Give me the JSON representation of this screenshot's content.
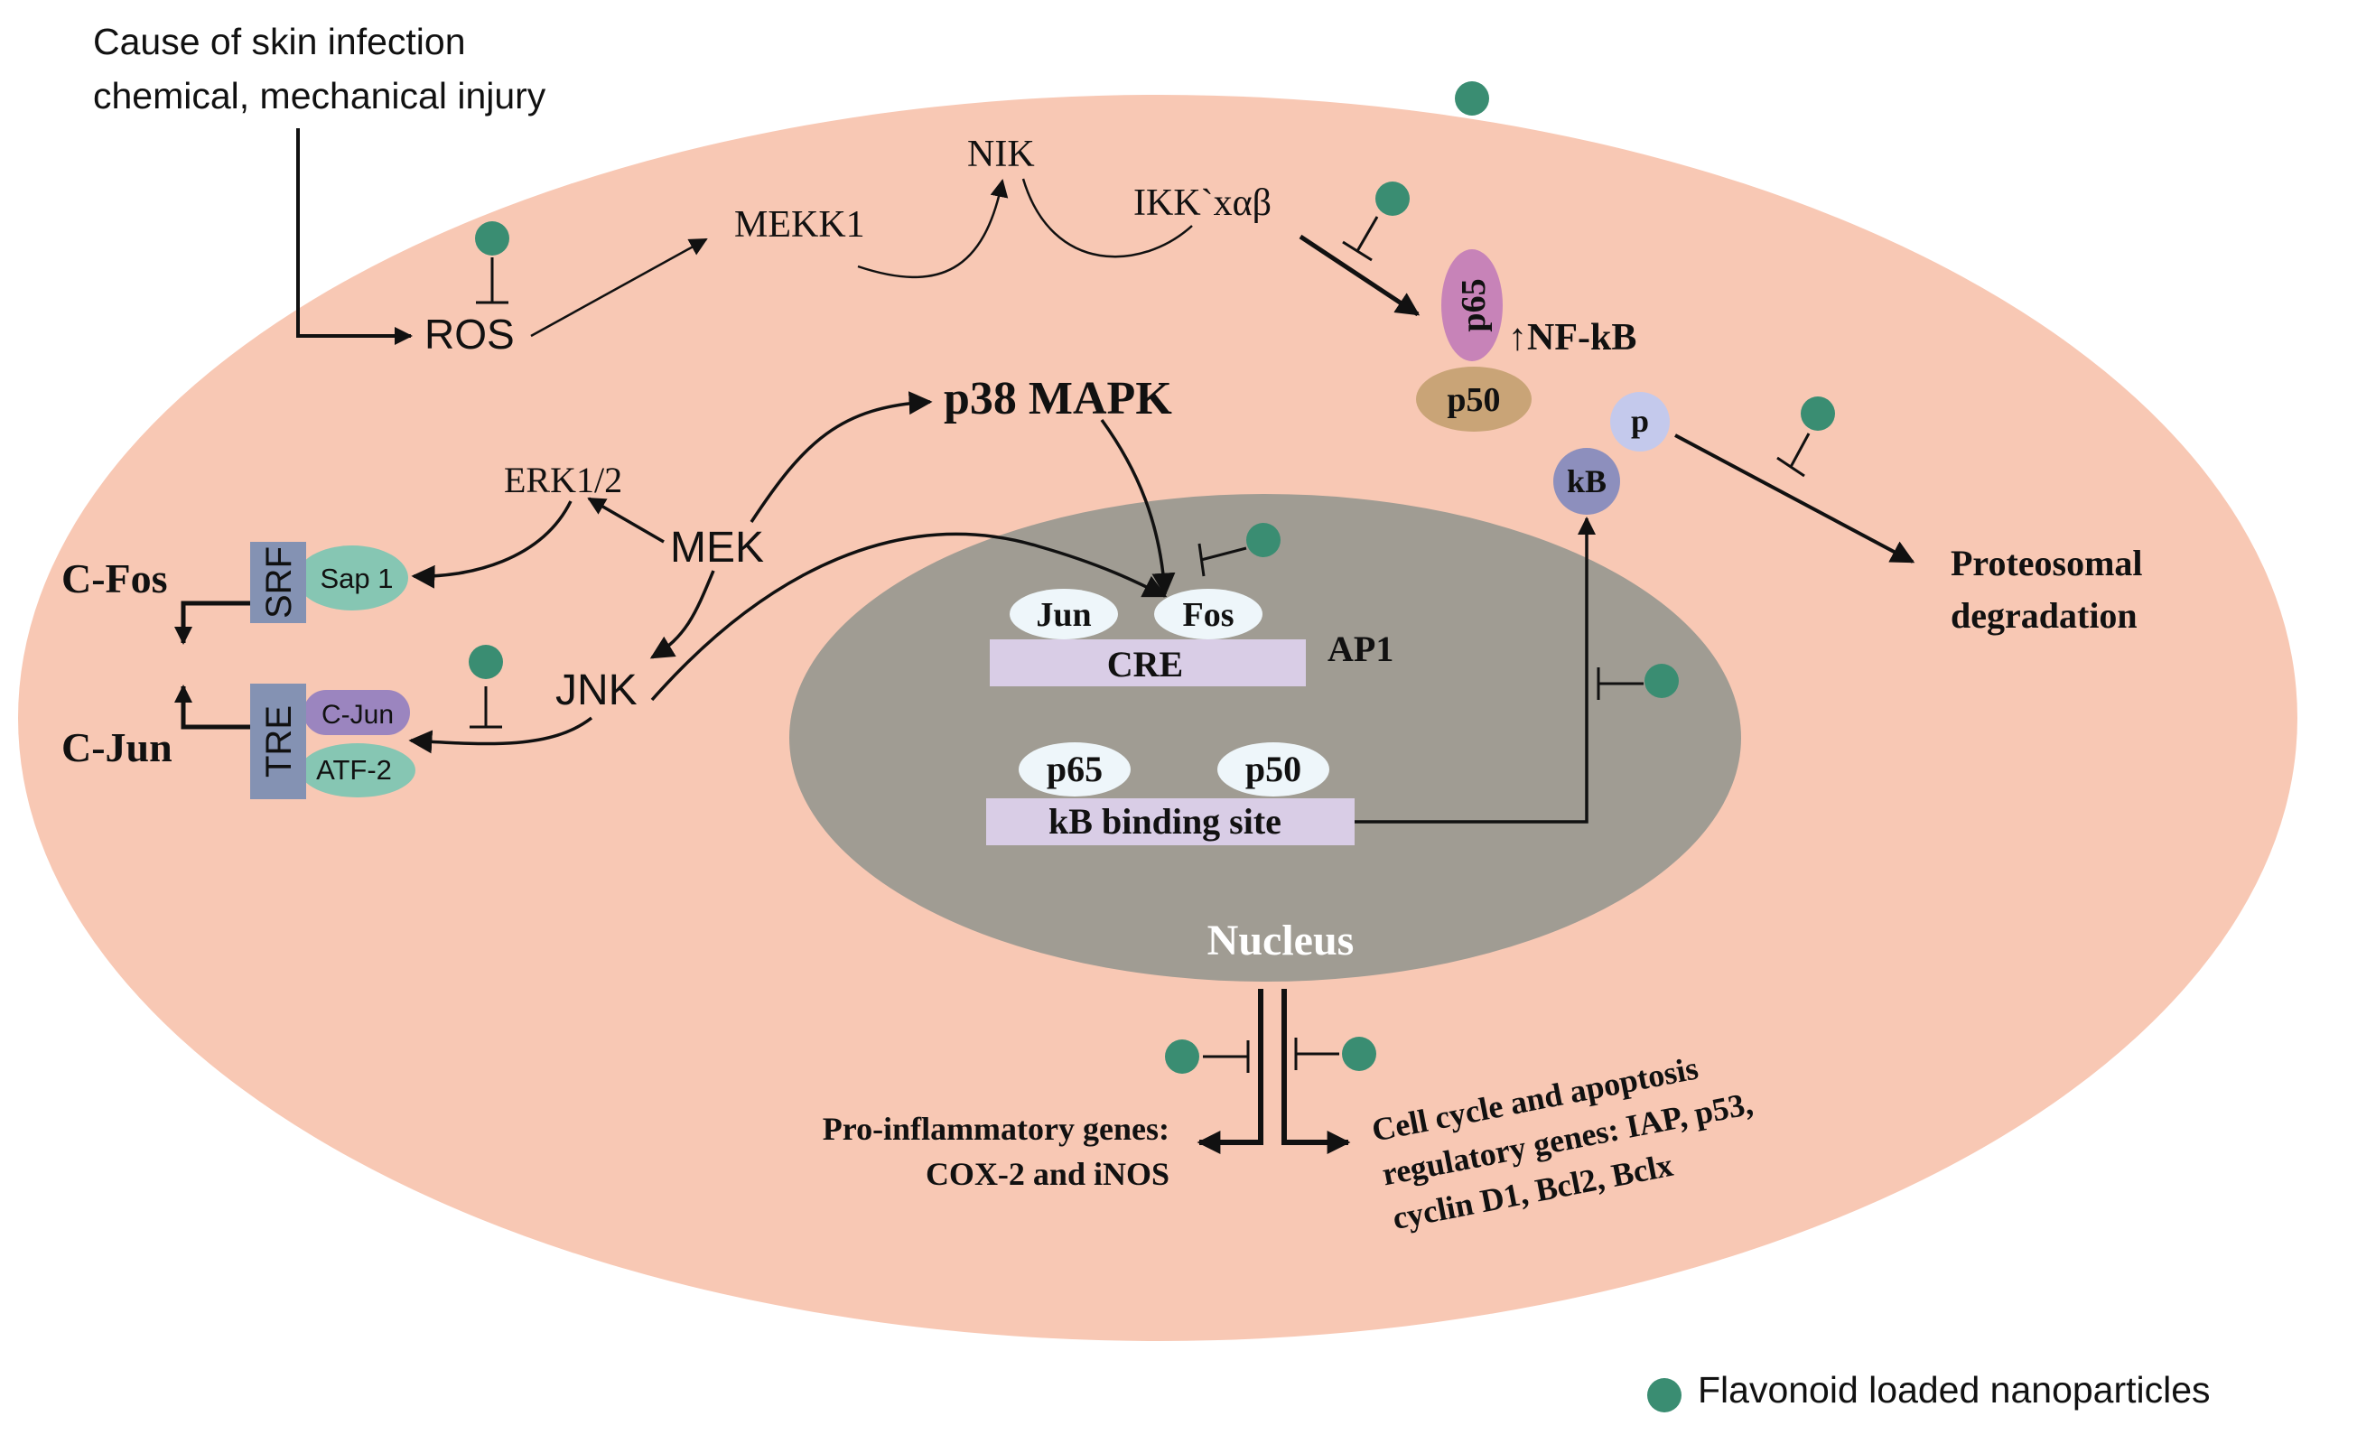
{
  "colors": {
    "cell": "#f8c8b4",
    "nucleus": "#a09c93",
    "nanoparticle": "#3a8d72",
    "box": "#d9cde6",
    "srf_tre": "#8492b3",
    "teal_oval": "#86c6b3",
    "cjun_oval": "#9b85bf",
    "p65_oval": "#c783b8",
    "p50_oval": "#c9a477",
    "p_circle": "#c4c9ec",
    "kb_circle": "#8d8fbd",
    "white_oval": "#eef6fa"
  },
  "stimulus": {
    "line1": "Cause of skin infection",
    "line2": "chemical, mechanical injury"
  },
  "signals": {
    "ros": "ROS",
    "mekk1": "MEKK1",
    "nik": "NIK",
    "ikk": "IKK`xαβ",
    "nfkb": "↑NF-kB",
    "p38": "p38 MAPK",
    "erk": "ERK1/2",
    "mek": "MEK",
    "jnk": "JNK"
  },
  "complexes": {
    "p65": "p65",
    "p50": "p50",
    "p": "p",
    "kb": "kB",
    "cfos": "C-Fos",
    "cjun_gene": "C-Jun",
    "srf": "SRF",
    "sap1": "Sap 1",
    "tre": "TRE",
    "cjun": "C-Jun",
    "atf2": "ATF-2",
    "jun": "Jun",
    "fos": "Fos",
    "cre": "CRE",
    "ap1": "AP1",
    "n_p65": "p65",
    "n_p50": "p50",
    "kb_site": "kB binding site"
  },
  "outcomes": {
    "proteo1": "Proteosomal",
    "proteo2": "degradation",
    "nucleus": "Nucleus",
    "proinf1": "Pro-inflammatory genes:",
    "proinf2": "COX-2 and iNOS",
    "cell1": "Cell cycle and apoptosis",
    "cell2": "regulatory genes: IAP, p53,",
    "cell3": "cyclin D1, Bcl2, Bclx"
  },
  "legend": {
    "label": "Flavonoid loaded nanoparticles"
  }
}
